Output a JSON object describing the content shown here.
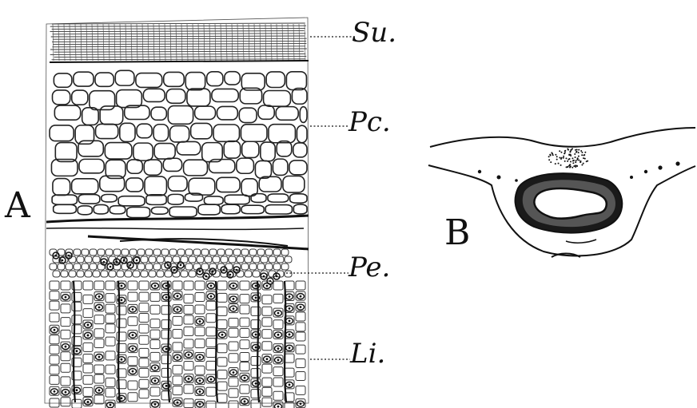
{
  "panel_a": {
    "label": "A",
    "layers": [
      {
        "key": "su",
        "label": "Su."
      },
      {
        "key": "pc",
        "label": "Pc."
      },
      {
        "key": "pe",
        "label": "Pe."
      },
      {
        "key": "li",
        "label": "Li."
      }
    ]
  },
  "panel_b": {
    "label": "B"
  },
  "colors": {
    "ink": "#111111",
    "paper": "#ffffff"
  }
}
